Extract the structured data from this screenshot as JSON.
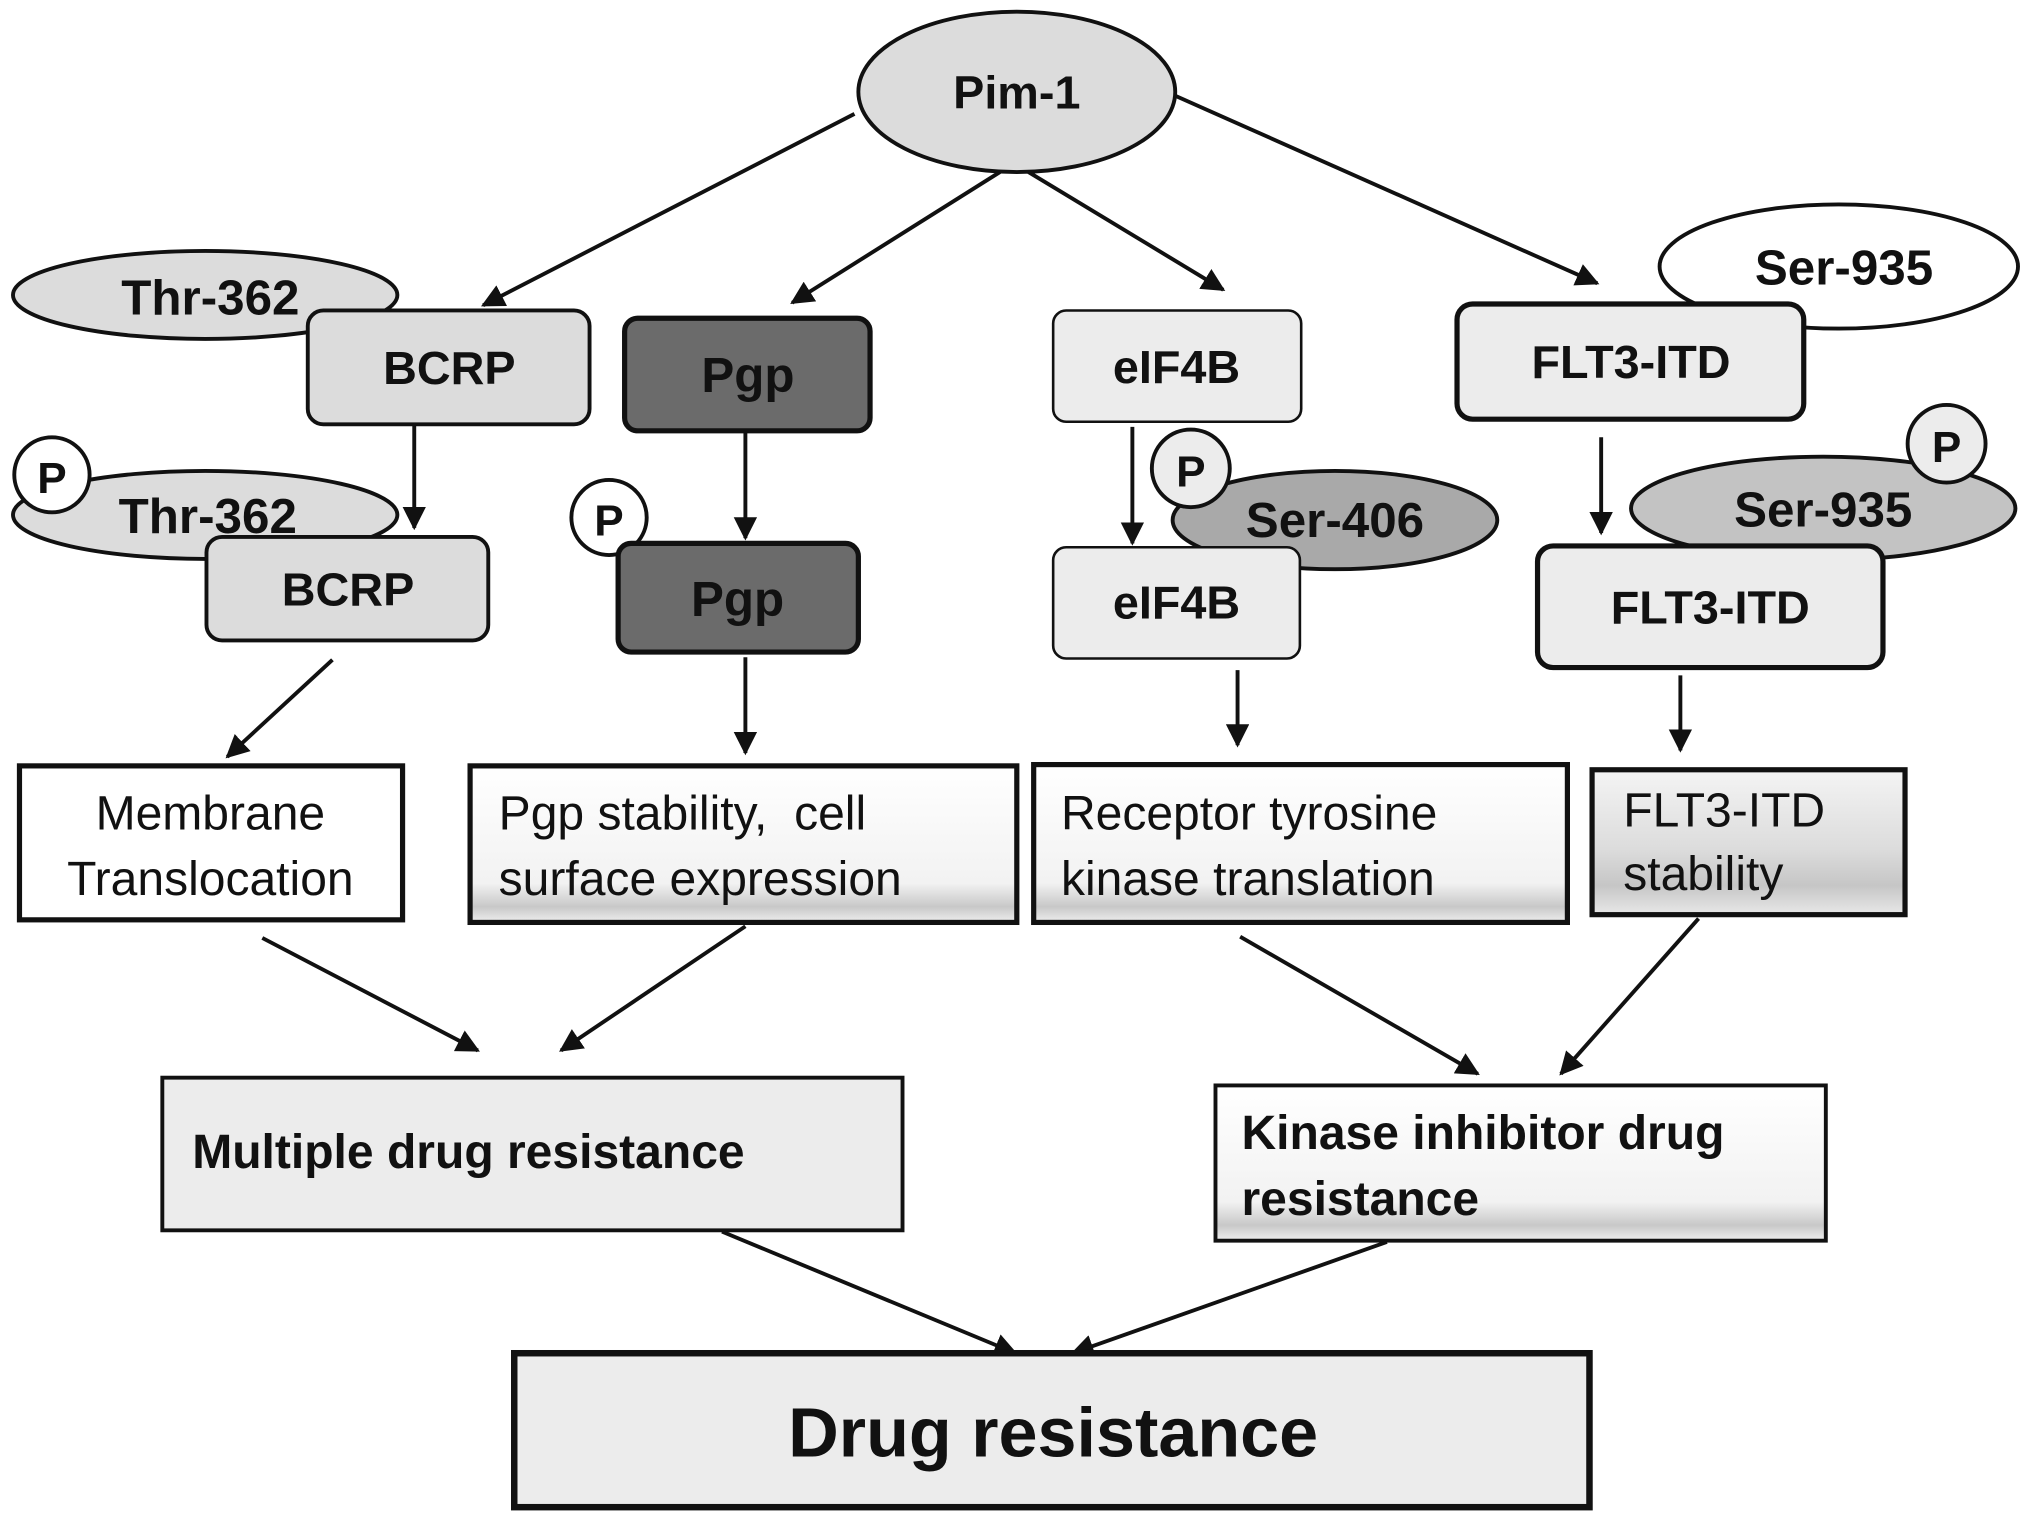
{
  "diagram": {
    "root": {
      "label": "Pim-1"
    },
    "colors": {
      "light_fill": "#dcdcdc",
      "lighter_fill": "#ececec",
      "dark_fill": "#6b6b6b",
      "mid_fill": "#a9a9a9",
      "ser935_fill": "#c3c3c3",
      "white": "#ffffff",
      "stroke": "#111111"
    },
    "branches": {
      "bcrp": {
        "site_label": "Thr-362",
        "protein_label": "BCRP",
        "phospho_site_label": "Thr-362",
        "phospho_protein_label": "BCRP",
        "phospho_marker": "P",
        "effect_lines": [
          "Membrane",
          "Translocation"
        ]
      },
      "pgp": {
        "protein_label": "Pgp",
        "phospho_protein_label": "Pgp",
        "phospho_marker": "P",
        "effect_lines": [
          "Pgp stability,  cell",
          "surface expression"
        ]
      },
      "eif4b": {
        "protein_label": "eIF4B",
        "phospho_site_label": "Ser-406",
        "phospho_protein_label": "eIF4B",
        "phospho_marker": "P",
        "effect_lines": [
          "Receptor tyrosine",
          "kinase translation"
        ]
      },
      "flt3": {
        "site_label": "Ser-935",
        "protein_label": "FLT3-ITD",
        "phospho_site_label": "Ser-935",
        "phospho_protein_label": "FLT3-ITD",
        "phospho_marker": "P",
        "effect_lines": [
          "FLT3-ITD",
          "stability"
        ]
      }
    },
    "outcomes": {
      "multiple": {
        "lines": [
          "Multiple drug resistance"
        ]
      },
      "kinase": {
        "lines": [
          "Kinase inhibitor drug",
          "resistance"
        ]
      }
    },
    "final": {
      "label": "Drug resistance"
    },
    "edges": [
      {
        "from": "Pim-1",
        "to": "BCRP"
      },
      {
        "from": "Pim-1",
        "to": "Pgp"
      },
      {
        "from": "Pim-1",
        "to": "eIF4B"
      },
      {
        "from": "Pim-1",
        "to": "FLT3-ITD"
      },
      {
        "from": "BCRP",
        "to": "phospho BCRP"
      },
      {
        "from": "Pgp",
        "to": "phospho Pgp"
      },
      {
        "from": "eIF4B",
        "to": "phospho eIF4B"
      },
      {
        "from": "FLT3-ITD",
        "to": "phospho FLT3-ITD"
      },
      {
        "from": "phospho BCRP",
        "to": "Membrane Translocation"
      },
      {
        "from": "phospho Pgp",
        "to": "Pgp stability, cell surface expression"
      },
      {
        "from": "phospho eIF4B",
        "to": "Receptor tyrosine kinase translation"
      },
      {
        "from": "phospho FLT3-ITD",
        "to": "FLT3-ITD stability"
      },
      {
        "from": "Membrane Translocation",
        "to": "Multiple drug resistance"
      },
      {
        "from": "Pgp stability, cell surface expression",
        "to": "Multiple drug resistance"
      },
      {
        "from": "Receptor tyrosine kinase translation",
        "to": "Kinase inhibitor drug resistance"
      },
      {
        "from": "FLT3-ITD stability",
        "to": "Kinase inhibitor drug resistance"
      },
      {
        "from": "Multiple drug resistance",
        "to": "Drug resistance"
      },
      {
        "from": "Kinase inhibitor drug resistance",
        "to": "Drug resistance"
      }
    ]
  }
}
